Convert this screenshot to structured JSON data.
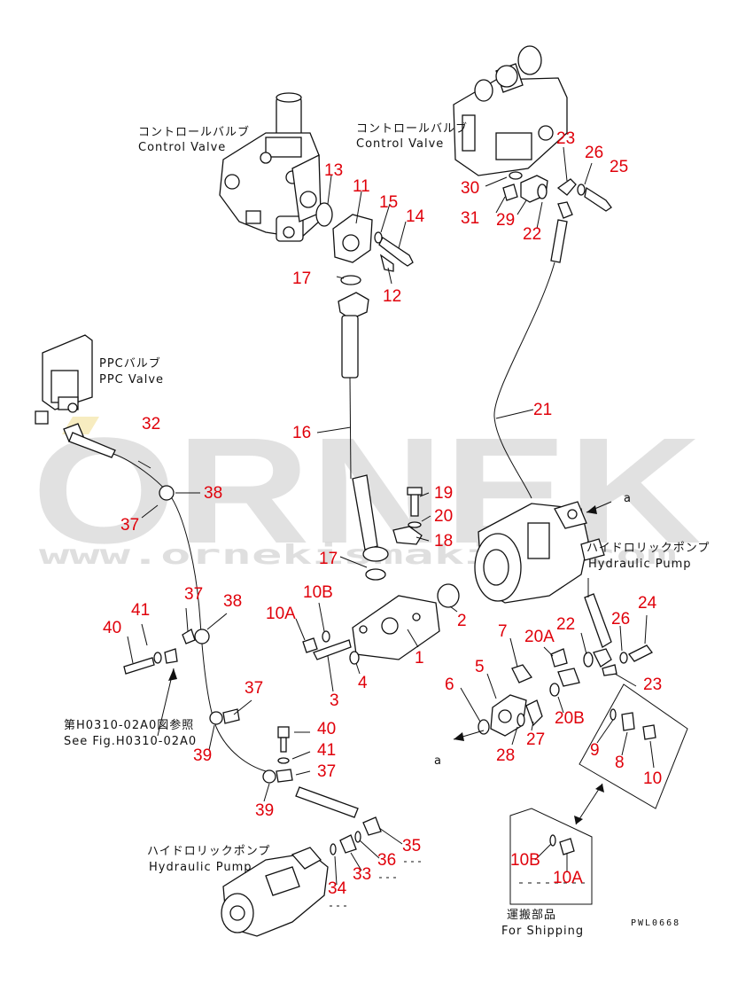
{
  "watermark": {
    "brand": "ORNEK",
    "url": "www.ornekismakina.com"
  },
  "labels": {
    "cv1_jp": "コントロールバルブ",
    "cv1_en": "Control Valve",
    "cv2_jp": "コントロールバルブ",
    "cv2_en": "Control Valve",
    "ppc_jp": "PPCバルブ",
    "ppc_en": "PPC Valve",
    "hp1_jp": "ハイドロリックポンプ",
    "hp1_en": "Hydraulic Pump",
    "hp2_jp": "ハイドロリックポンプ",
    "hp2_en": "Hydraulic Pump",
    "see_jp": "第H0310-02A0図参照",
    "see_en": "See Fig.H0310-02A0",
    "ship_jp": "運搬部品",
    "ship_en": "For Shipping",
    "arrow_a_top": "a",
    "arrow_a_bottom": "a",
    "drawing_code": "PWL0668"
  },
  "callouts": [
    "13",
    "11",
    "15",
    "14",
    "17",
    "12",
    "23",
    "26",
    "25",
    "30",
    "31",
    "29",
    "22",
    "21",
    "16",
    "32",
    "38",
    "37",
    "19",
    "20",
    "18",
    "17",
    "10B",
    "10A",
    "2",
    "1",
    "3",
    "4",
    "37",
    "38",
    "41",
    "40",
    "22",
    "26",
    "24",
    "7",
    "20A",
    "5",
    "6",
    "23",
    "28",
    "27",
    "20B",
    "9",
    "8",
    "10",
    "37",
    "39",
    "40",
    "41",
    "37",
    "39",
    "35",
    "36",
    "33",
    "34",
    "10B",
    "10A"
  ]
}
